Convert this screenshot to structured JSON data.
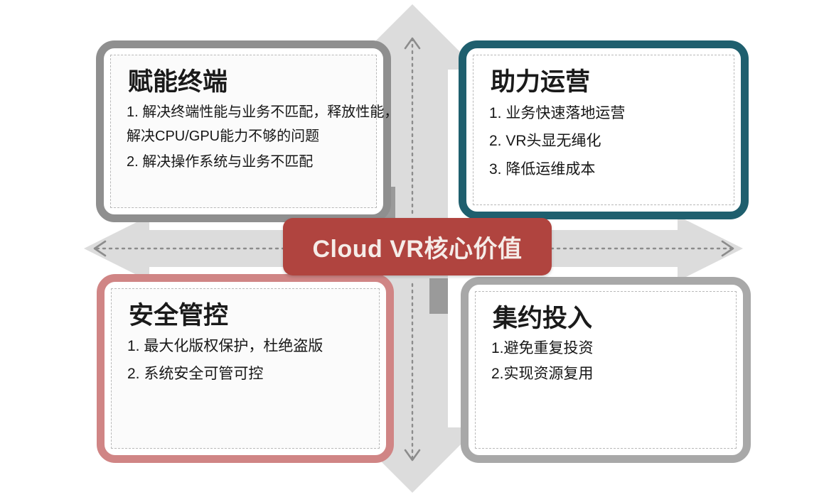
{
  "diagram": {
    "title": "Cloud VR核心价值",
    "center_banner": {
      "label": "Cloud VR核心价值",
      "color": "#b0443f",
      "text_color": "#f5ece8"
    },
    "arrows": {
      "up": {
        "name": "up-arrow",
        "direction": "up",
        "color": "#dcdcdc",
        "dotted_line_color": "#8c8c8c"
      },
      "down": {
        "name": "down-arrow",
        "direction": "down",
        "color": "#dcdcdc",
        "dotted_line_color": "#8c8c8c"
      },
      "left": {
        "name": "left-arrow",
        "direction": "left",
        "color": "#dcdcdc",
        "dotted_line_color": "#8c8c8c"
      },
      "right": {
        "name": "right-arrow",
        "direction": "right",
        "color": "#dcdcdc",
        "dotted_line_color": "#8c8c8c"
      }
    },
    "quadrants": [
      {
        "id": "top-left",
        "title": "赋能终端",
        "border_color": "#8f8f8f",
        "lines": [
          "1. 解决终端性能与业务不匹配，释放性能，解决CPU/GPU能力不够的问题",
          "2. 解决操作系统与业务不匹配"
        ]
      },
      {
        "id": "top-right",
        "title": "助力运营",
        "border_color": "#1f5f6e",
        "lines": [
          "1. 业务快速落地运营",
          "2. VR头显无绳化",
          "3. 降低运维成本"
        ]
      },
      {
        "id": "bottom-left",
        "title": "安全管控",
        "border_color": "#d08585",
        "lines": [
          "1. 最大化版权保护，杜绝盗版",
          "2. 系统安全可管可控"
        ]
      },
      {
        "id": "bottom-right",
        "title": "集约投入",
        "border_color": "#a8a8a8",
        "lines": [
          "1.避免重复投资",
          "2.实现资源复用"
        ]
      }
    ]
  }
}
